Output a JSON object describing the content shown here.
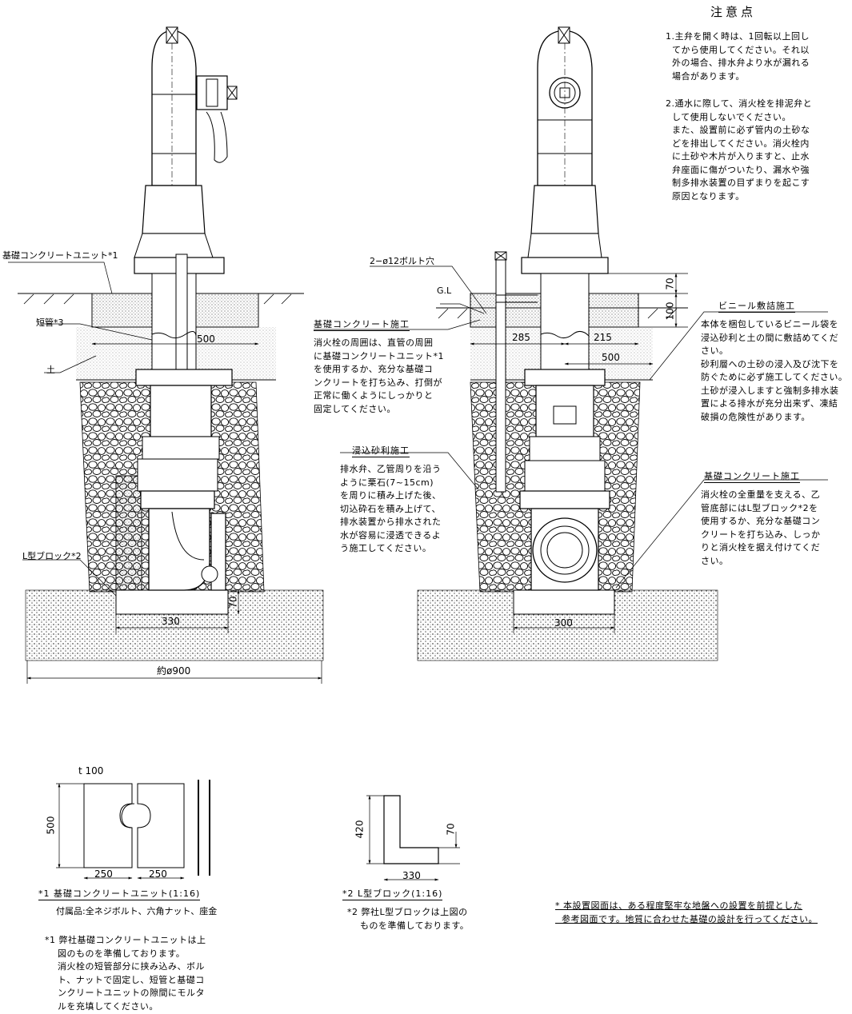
{
  "labels": {
    "kiso_unit": "基礎コンクリートユニット*1",
    "tankan": "短管*3",
    "tsuchi": "土",
    "l_block": "L型ブロック*2",
    "bolt_hole": "2−ø12ボルト穴",
    "gl": "G.L"
  },
  "dims": {
    "d500_left": "500",
    "d330_left": "330",
    "d70_left": "70",
    "d900": "約ø900",
    "d285": "285",
    "d215": "215",
    "d500_right": "500",
    "d300": "300",
    "d70_right": "70",
    "d100": "100",
    "t100": "t 100",
    "d500_unit": "500",
    "d250a": "250",
    "d250b": "250",
    "d420": "420",
    "d70_block": "70",
    "d330_block": "330"
  },
  "notes_title": "注意点",
  "notes": [
    "1.主弁を開く時は、1回転以上回し\n  てから使用してください。それ以\n  外の場合、排水弁より水が漏れる\n  場合があります。",
    "2.通水に際して、消火栓を排泥弁と\n  して使用しないでください。\n  また、設置前に必ず管内の土砂な\n  どを排出してください。消火栓内\n  に土砂や木片が入りますと、止水\n  弁座面に傷がついたり、漏水や強\n  制多排水装置の目ずまりを起こす\n  原因となります。"
  ],
  "callouts": {
    "concrete_title": "基礎コンクリート施工",
    "concrete_text": "消火栓の周囲は、直管の周囲\nに基礎コンクリートユニット*1\nを使用するか、充分な基礎コ\nンクリートを打ち込み、打倒が\n正常に働くようにしっかりと\n固定してください。",
    "gravel_title": "浸込砂利施工",
    "gravel_text": "排水弁、乙管周りを沿う\nように栗石(7~15cm)\nを周りに積み上げた後、\n切込砕石を積み上げて、\n排水装置から排水された\n水が容易に浸透できるよ\nう施工してください。",
    "vinyl_title": "ビニール敷詰施工",
    "vinyl_text": "本体を梱包しているビニール袋を\n浸込砂利と土の間に敷詰めてくだ\nさい。\n砂利層への土砂の浸入及び沈下を\n防ぐために必ず施工してください。\n土砂が浸入しますと強制多排水装\n置による排水が充分出来ず、凍結\n破損の危険性があります。",
    "base_title": "基礎コンクリート施工",
    "base_text": "消火栓の全重量を支える、乙\n管底部にはL型ブロック*2を\n使用するか、充分な基礎コン\nクリートを打ち込み、しっか\nりと消火栓を据え付けてくだ\nさい。"
  },
  "unit_caption": {
    "title": "*1 基礎コンクリートユニット(1:16)",
    "attach": "付属品:全ネジボルト、六角ナット、座金",
    "note": "*1 弊社基礎コンクリートユニットは上\n    図のものを準備しております。\n    消火栓の短管部分に挟み込み、ボル\n    ト、ナットで固定し、短管と基礎コ\n    ンクリートユニットの隙間にモルタ\n    ルを充填してください。"
  },
  "block_caption": {
    "title": "*2 L型ブロック(1:16)",
    "note": "*2 弊社L型ブロックは上図の\n    ものを準備しております。"
  },
  "footer_note": "* 本設置図面は、ある程度堅牢な地盤への設置を前提とした\n  参考図面です。地質に合わせた基礎の設計を行ってください。"
}
